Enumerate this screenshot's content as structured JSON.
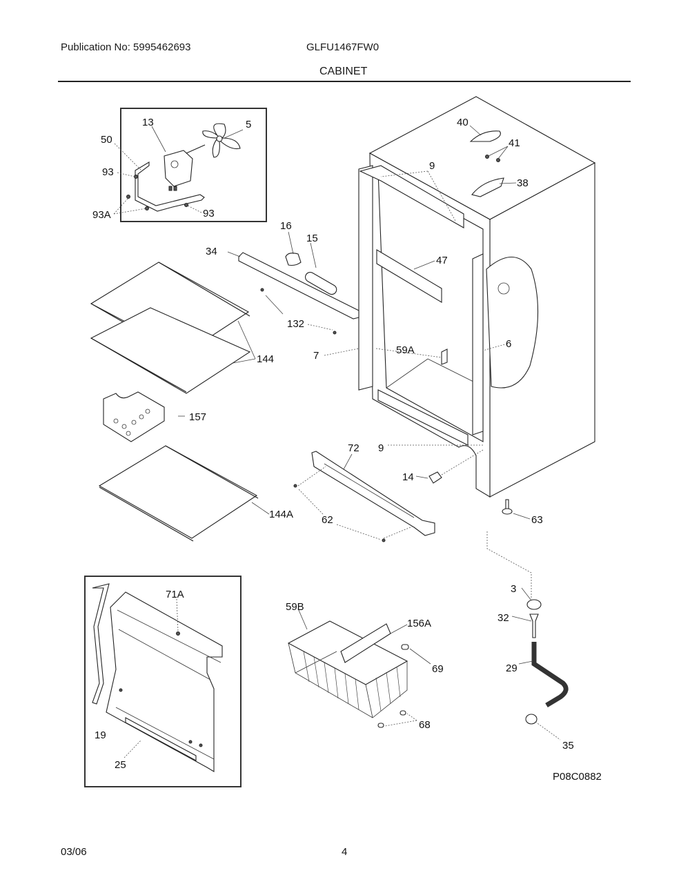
{
  "header": {
    "publication": "Publication No: 5995462693",
    "model": "GLFU1467FW0",
    "section": "CABINET"
  },
  "footer": {
    "date": "03/06",
    "page": "4"
  },
  "diagram_code": "P08C0882",
  "callouts": {
    "c13": "13",
    "c5": "5",
    "c50": "50",
    "c93a": "93",
    "c93b": "93",
    "c93A": "93A",
    "c40": "40",
    "c41": "41",
    "c38": "38",
    "c9top": "9",
    "c16": "16",
    "c15": "15",
    "c34": "34",
    "c47": "47",
    "c132": "132",
    "c144": "144",
    "c7": "7",
    "c59A": "59A",
    "c6": "6",
    "c157": "157",
    "c9bot": "9",
    "c72": "72",
    "c14": "14",
    "c144A": "144A",
    "c62": "62",
    "c63": "63",
    "c71A": "71A",
    "c19": "19",
    "c25": "25",
    "c59B": "59B",
    "c156A": "156A",
    "c69": "69",
    "c68": "68",
    "c3": "3",
    "c32": "32",
    "c29": "29",
    "c35": "35"
  }
}
